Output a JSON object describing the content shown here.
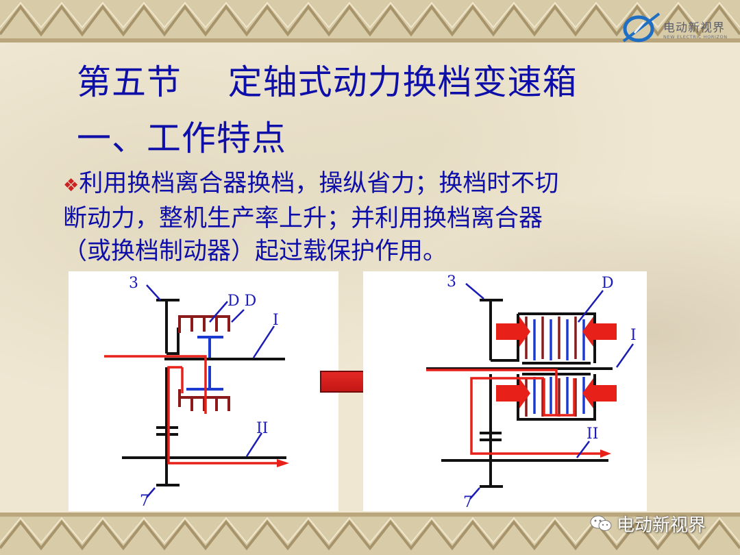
{
  "title": "第五节    定轴式动力换档变速箱",
  "section": "一、工作特点",
  "paragraph": {
    "bullet": "❖",
    "line1": "利用换档离合器换档，操纵省力；换档时不切",
    "line2": "断动力，整机生产率上升；并利用换档离合器",
    "line3": "（或换档制动器）起过载保护作用。"
  },
  "logo": {
    "text": "电动新视界",
    "sub": "NEW ELECTRIC HORIZON"
  },
  "watermark": "电动新视界",
  "diagram_left": {
    "label_3": "3",
    "label_dd": "D D",
    "label_i": "I",
    "label_ii": "II",
    "label_7": "7"
  },
  "diagram_right": {
    "label_3": "3",
    "label_d": "D",
    "label_i": "I",
    "label_ii": "II",
    "label_7": "7"
  },
  "colors": {
    "text": "#0e0ea8",
    "power_flow": "#e8201a",
    "clutch": "#8b1a1a",
    "shaft": "#111111",
    "label": "#1b1bb5"
  }
}
